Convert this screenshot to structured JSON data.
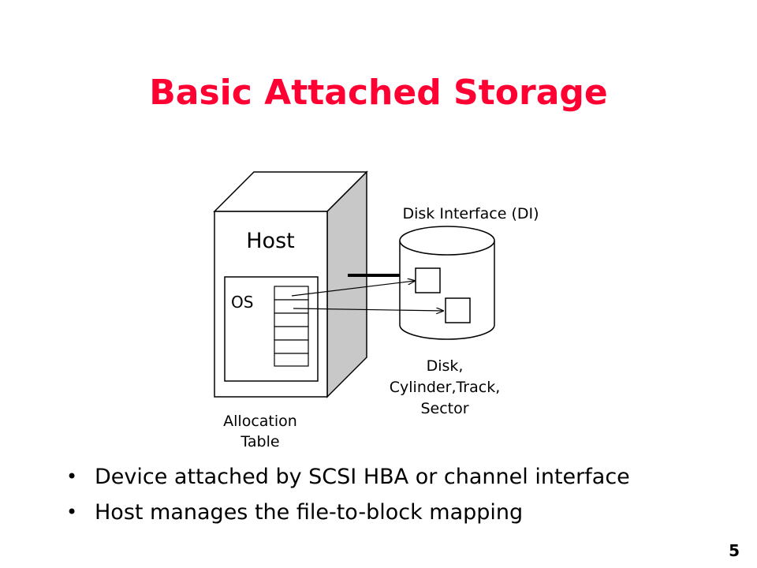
{
  "slide": {
    "title": "Basic Attached Storage",
    "page_number": "5"
  },
  "diagram": {
    "host_label": "Host",
    "os_label": "OS",
    "allocation_table_label": [
      "Allocation",
      "Table"
    ],
    "disk_interface_label": "Disk Interface (DI)",
    "disk_label": [
      "Disk,",
      "Cylinder,Track,",
      "Sector"
    ]
  },
  "bullets": [
    "Device attached by SCSI HBA or channel interface",
    "Host manages the file-to-block mapping"
  ],
  "colors": {
    "title": "#ff0033",
    "host_side": "#c8c8c8"
  }
}
